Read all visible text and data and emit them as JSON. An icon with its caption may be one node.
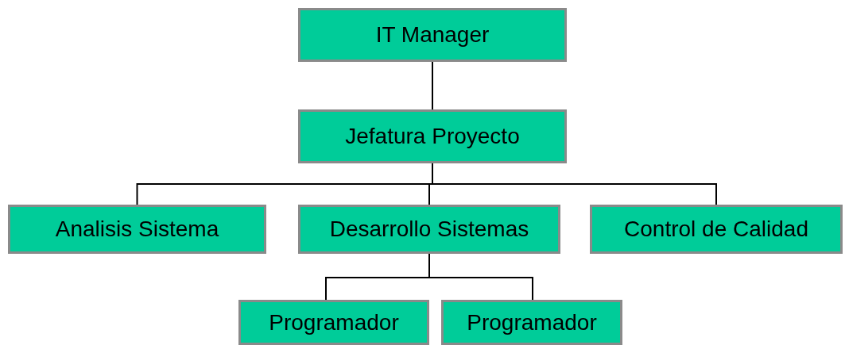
{
  "diagram": {
    "nodes": [
      {
        "text": [
          "IT Manager"
        ]
      },
      {
        "text": [
          "Jefatura Proyecto"
        ]
      },
      {
        "text": [
          "Analisis Sistema"
        ]
      },
      {
        "text": [
          "Desarrollo Sistemas"
        ]
      },
      {
        "text": [
          "Control de Calidad"
        ]
      },
      {
        "text": [
          "Programador"
        ]
      },
      {
        "text": [
          "Programador"
        ]
      }
    ],
    "edges": [
      {
        "from": 0,
        "to": 1,
        "arrow": "none"
      },
      {
        "from": 1,
        "to": 2,
        "arrow": "none"
      },
      {
        "from": 1,
        "to": 3,
        "arrow": "none"
      },
      {
        "from": 1,
        "to": 4,
        "arrow": "none"
      },
      {
        "from": 3,
        "to": 5,
        "arrow": "none"
      },
      {
        "from": 3,
        "to": 6,
        "arrow": "none"
      }
    ]
  }
}
